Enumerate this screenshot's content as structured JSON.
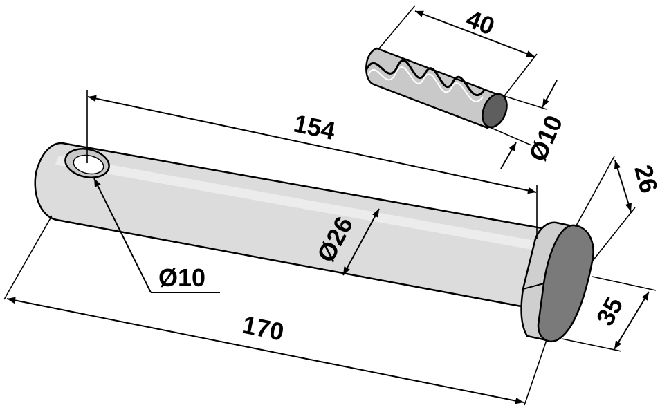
{
  "dimensions": {
    "total_length": "170",
    "hole_distance": "154",
    "pin_diameter": "Ø26",
    "hole_diameter": "Ø10",
    "roll_pin_length": "40",
    "roll_pin_diameter": "Ø10",
    "head_width": "26",
    "head_height": "35"
  },
  "colors": {
    "pin_body": "#dcdcdc",
    "pin_head_face": "#7a7a7a",
    "pin_head_side": "#cfcfcf",
    "roll_pin": "#c9c9c9",
    "roll_pin_end": "#5e5e5e",
    "lines": "#000000"
  }
}
